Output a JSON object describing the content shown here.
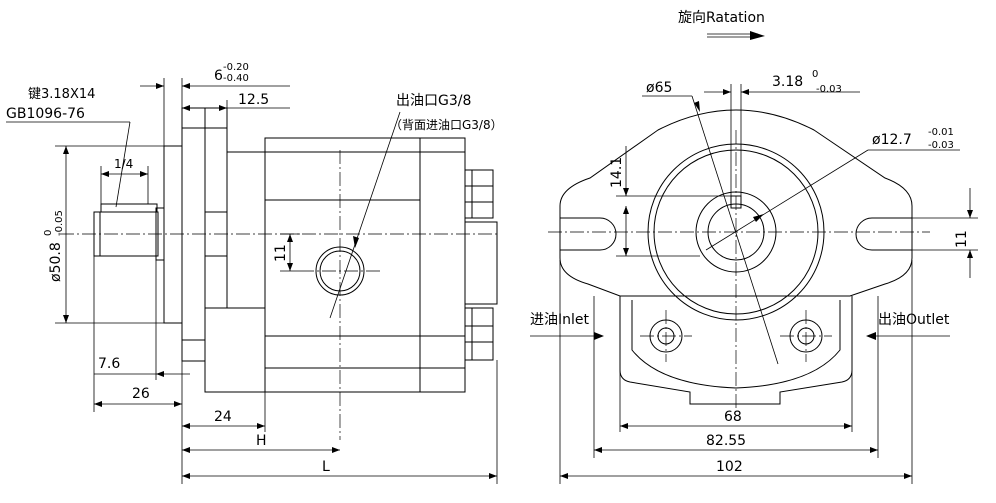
{
  "rotation_label": "旋向Ratation",
  "left_view": {
    "key_line1": "键3.18X14",
    "key_line2": "GB1096-76",
    "dim_6_main": "6",
    "dim_6_upper": "-0.20",
    "dim_6_lower": "-0.40",
    "dim_12_5": "12.5",
    "outlet_port": "出油口G3/8",
    "back_inlet": "（背面进油口G3/8）",
    "dim_1_4": "1/4",
    "shaft_dia_main": "ø50.8",
    "shaft_dia_upper": "0",
    "shaft_dia_lower": "-0.05",
    "dim_11": "11",
    "dim_7_6": "7.6",
    "dim_26": "26",
    "dim_24": "24",
    "dim_H": "H",
    "dim_L": "L"
  },
  "right_view": {
    "dim_65": "ø65",
    "dim_3_18_main": "3.18",
    "dim_3_18_upper": "0",
    "dim_3_18_lower": "-0.03",
    "dim_14_1": "14.1",
    "dim_12_7_main": "ø12.7",
    "dim_12_7_upper": "-0.01",
    "dim_12_7_lower": "-0.03",
    "dim_11": "11",
    "inlet_label": "进油Inlet",
    "outlet_label": "出油Outlet",
    "dim_68": "68",
    "dim_82_55": "82.55",
    "dim_102": "102"
  }
}
